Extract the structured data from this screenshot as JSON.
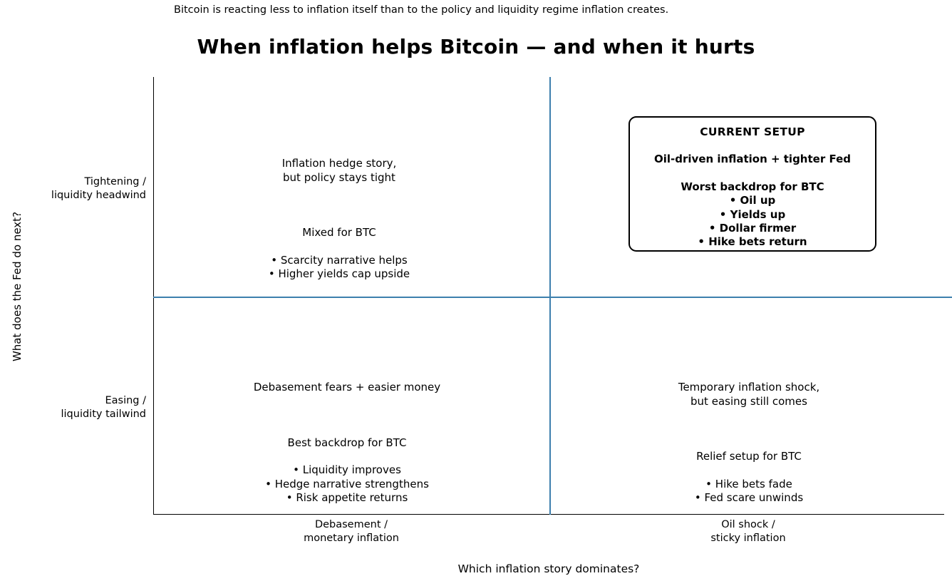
{
  "subtitle": "Bitcoin is reacting less to inflation itself than to the policy and liquidity regime inflation creates.",
  "title": "When inflation helps Bitcoin — and when it hurts",
  "axes": {
    "xlabel": "Which inflation story dominates?",
    "ylabel": "What does the Fed do next?",
    "xticks": [
      "Debasement /\nmonetary inflation",
      "Oil shock /\nsticky inflation"
    ],
    "yticks": [
      "Tightening /\nliquidity headwind",
      "Easing /\nliquidity tailwind"
    ]
  },
  "colors": {
    "divider": "#3d7fad",
    "spine": "#000000",
    "text": "#000000",
    "background": "#ffffff",
    "callout_border": "#000000"
  },
  "quadrants": {
    "top_left": {
      "headline": "Inflation hedge story,\nbut policy stays tight",
      "verdict": "Mixed for BTC",
      "bullets": "• Scarcity narrative helps\n• Higher yields cap upside"
    },
    "top_right": {
      "callout_title": "CURRENT SETUP",
      "headline": "Oil-driven inflation + tighter Fed",
      "verdict": "Worst backdrop for BTC",
      "bullets": "• Oil up\n• Yields up\n• Dollar firmer\n• Hike bets return"
    },
    "bottom_left": {
      "headline": "Debasement fears + easier money",
      "verdict": "Best backdrop for BTC",
      "bullets": "• Liquidity improves\n• Hedge narrative strengthens\n• Risk appetite returns"
    },
    "bottom_right": {
      "headline": "Temporary inflation shock,\nbut easing still comes",
      "verdict": "Relief setup for BTC",
      "bullets": "• Hike bets fade\n• Fed scare unwinds"
    }
  },
  "chart_data": {
    "type": "table",
    "title": "When inflation helps Bitcoin — and when it hurts",
    "subtitle": "Bitcoin is reacting less to inflation itself than to the policy and liquidity regime inflation creates.",
    "xlabel": "Which inflation story dominates?",
    "ylabel": "What does the Fed do next?",
    "x_categories": [
      "Debasement / monetary inflation",
      "Oil shock / sticky inflation"
    ],
    "y_categories": [
      "Tightening / liquidity headwind",
      "Easing / liquidity tailwind"
    ],
    "grid": true,
    "legend": "none",
    "cells": [
      {
        "x": "Debasement / monetary inflation",
        "y": "Tightening / liquidity headwind",
        "headline": "Inflation hedge story, but policy stays tight",
        "verdict": "Mixed for BTC",
        "bullets": [
          "Scarcity narrative helps",
          "Higher yields cap upside"
        ],
        "highlighted": false
      },
      {
        "x": "Oil shock / sticky inflation",
        "y": "Tightening / liquidity headwind",
        "headline": "Oil-driven inflation + tighter Fed",
        "verdict": "Worst backdrop for BTC",
        "bullets": [
          "Oil up",
          "Yields up",
          "Dollar firmer",
          "Hike bets return"
        ],
        "highlighted": true,
        "badge": "CURRENT SETUP"
      },
      {
        "x": "Debasement / monetary inflation",
        "y": "Easing / liquidity tailwind",
        "headline": "Debasement fears + easier money",
        "verdict": "Best backdrop for BTC",
        "bullets": [
          "Liquidity improves",
          "Hedge narrative strengthens",
          "Risk appetite returns"
        ],
        "highlighted": false
      },
      {
        "x": "Oil shock / sticky inflation",
        "y": "Easing / liquidity tailwind",
        "headline": "Temporary inflation shock, but easing still comes",
        "verdict": "Relief setup for BTC",
        "bullets": [
          "Hike bets fade",
          "Fed scare unwinds"
        ],
        "highlighted": false
      }
    ]
  }
}
